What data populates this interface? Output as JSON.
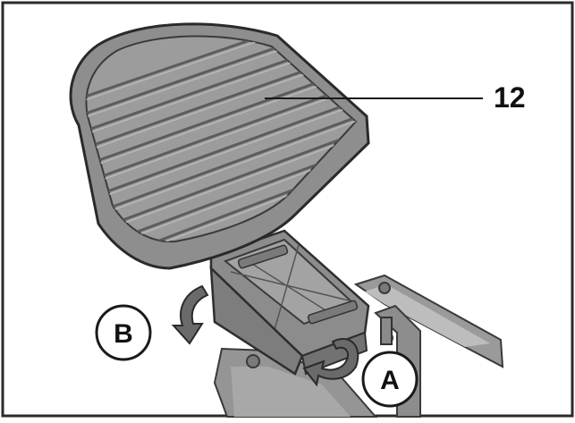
{
  "diagram": {
    "callouts": {
      "part_number": "12",
      "step_a": "A",
      "step_b": "B"
    },
    "colors": {
      "frame_border": "#2a2a2a",
      "footrest_fill": "#9a9a9a",
      "footrest_top": "#8f8f8f",
      "groove_dark": "#5c5c5c",
      "groove_light": "#b8b8b8",
      "bracket_fill": "#8c8c8c",
      "arrow_fill": "#6a6a6a",
      "callout_circle_fill": "#ffffff",
      "callout_stroke": "#1a1a1a"
    }
  }
}
